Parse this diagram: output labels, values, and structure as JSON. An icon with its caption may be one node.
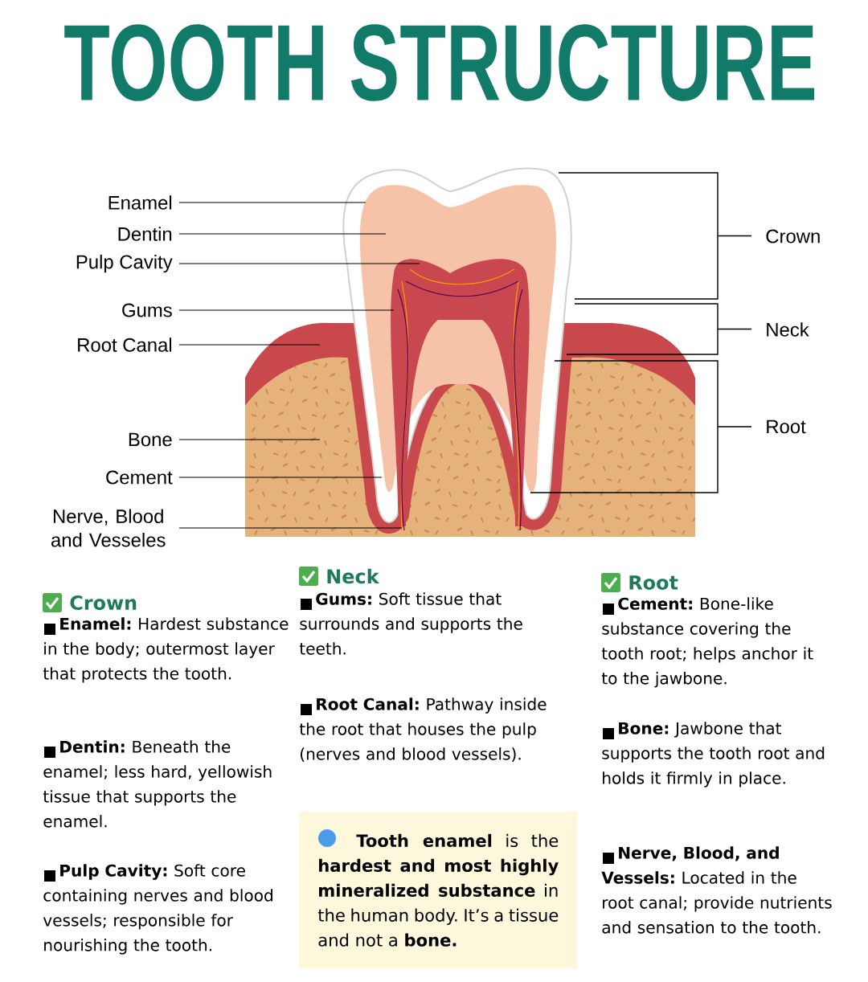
{
  "diagram": {
    "title": "TOOTH STRUCTURE",
    "nodes": [
      {
        "text": [
          "Enamel"
        ]
      },
      {
        "text": [
          "Dentin"
        ]
      },
      {
        "text": [
          "Pulp Cavity"
        ]
      },
      {
        "text": [
          "Gums"
        ]
      },
      {
        "text": [
          "Root Canal"
        ]
      },
      {
        "text": [
          "Bone"
        ]
      },
      {
        "text": [
          "Cement"
        ]
      },
      {
        "text": [
          "Nerve, Blood and Vesseles"
        ]
      },
      {
        "text": [
          "**Tooth enamel** is the **hardest and most highly mineralized substance** in the human body. It’s a tissue and not a **bone.**"
        ]
      }
    ],
    "edges": [
      {
        "from": 0,
        "to": null,
        "arrow": "none"
      },
      {
        "from": 1,
        "to": null,
        "arrow": "none"
      },
      {
        "from": 2,
        "to": null,
        "arrow": "none"
      },
      {
        "from": 3,
        "to": null,
        "arrow": "none"
      },
      {
        "from": 4,
        "to": null,
        "arrow": "none"
      },
      {
        "from": 5,
        "to": null,
        "arrow": "none"
      },
      {
        "from": 6,
        "to": null,
        "arrow": "none"
      },
      {
        "from": 7,
        "to": null,
        "arrow": "none"
      }
    ],
    "labels": [
      "Crown",
      "Neck",
      "Root",
      "Crown",
      "**Enamel:** Hardest substance in the body; outermost layer that protects the tooth.",
      "**Dentin:** Beneath the enamel; less hard, yellowish tissue that supports the enamel.",
      "**Pulp Cavity:** Soft core containing nerves and blood vessels; responsible for nourishing the tooth.",
      "Neck",
      "**Gums:** Soft tissue that surrounds and supports the teeth.",
      "**Root Canal:** Pathway inside the root that houses the pulp (nerves and blood vessels).",
      "Root",
      "**Cement:** Bone-like substance covering the tooth root; helps anchor it to the jawbone.",
      "**Bone:** Jawbone that supports the tooth root and holds it firmly in place.",
      "**Nerve, Blood, and Vessels:** Located in the root canal; provide nutrients and sensation to the tooth."
    ]
  }
}
